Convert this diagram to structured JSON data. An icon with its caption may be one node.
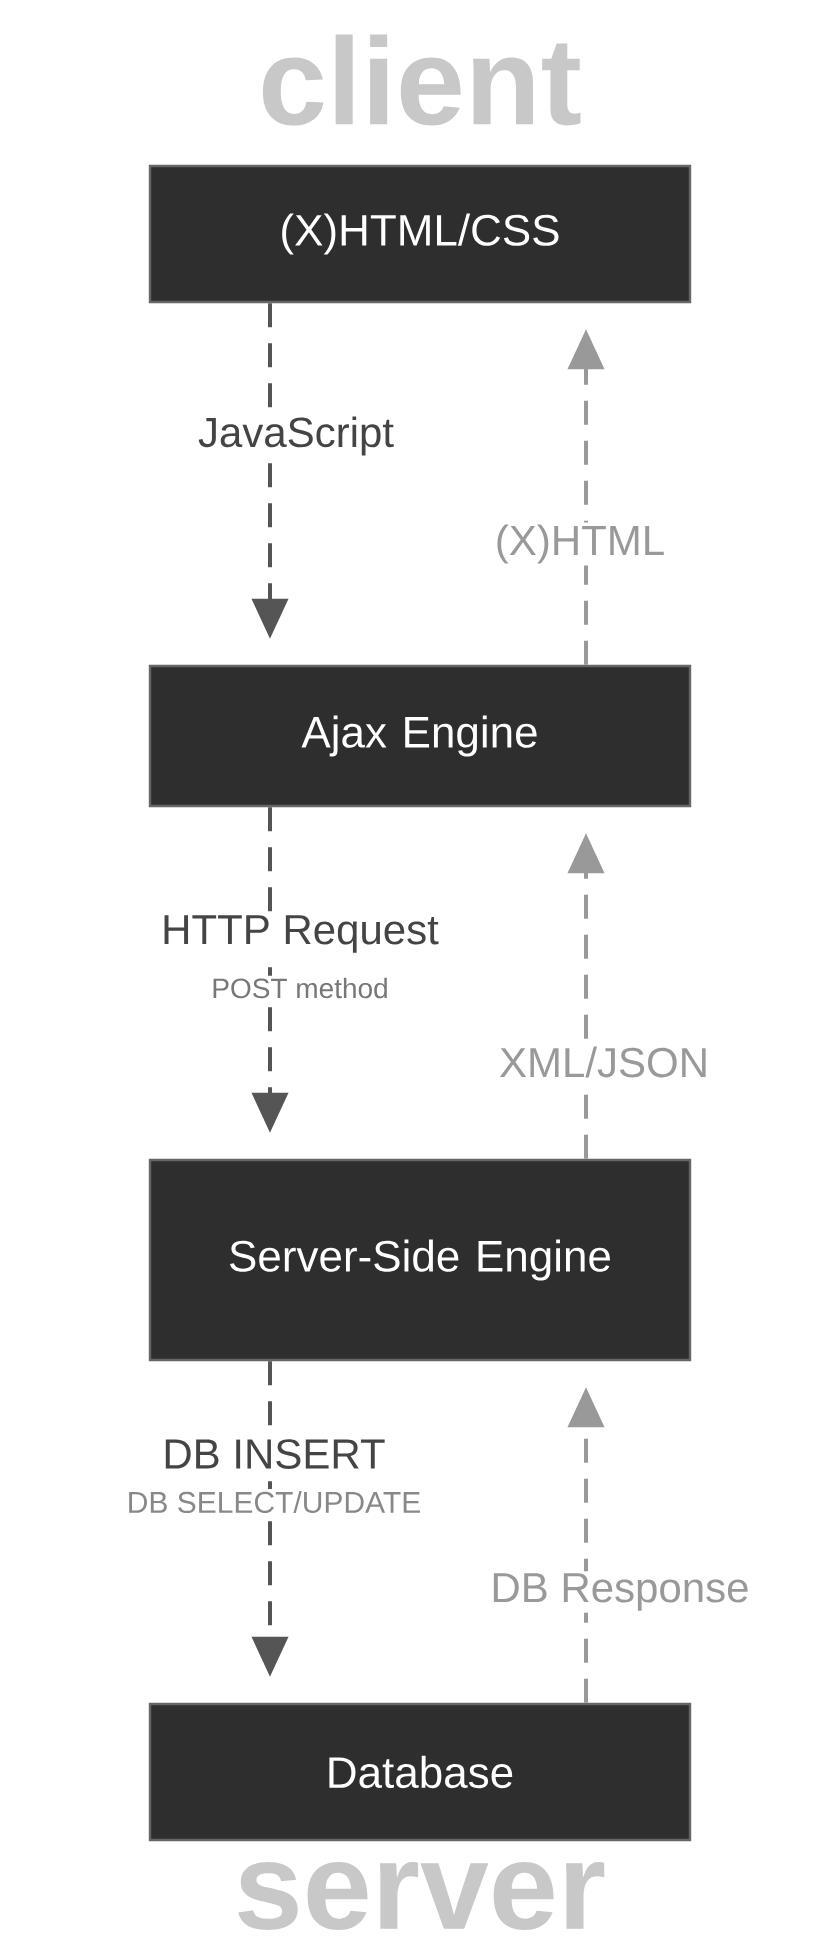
{
  "diagram": {
    "nodes": [
      {
        "text": [
          "(X)HTML/CSS"
        ]
      },
      {
        "text": [
          "Ajax Engine"
        ]
      },
      {
        "text": [
          "Server-Side Engine"
        ]
      },
      {
        "text": [
          "Database"
        ]
      }
    ],
    "edges": [
      {
        "from": 0,
        "to": 1,
        "arrow": "to",
        "label": "JavaScript",
        "style": "dashed"
      },
      {
        "from": 1,
        "to": 0,
        "arrow": "to",
        "label": "(X)HTML",
        "style": "dashed",
        "color": "#999999"
      },
      {
        "from": 1,
        "to": 2,
        "arrow": "to",
        "label": "HTTP Request",
        "style": "dashed"
      },
      {
        "from": 2,
        "to": 1,
        "arrow": "to",
        "label": "XML/JSON",
        "style": "dashed",
        "color": "#999999"
      },
      {
        "from": 2,
        "to": 3,
        "arrow": "to",
        "label": "DB INSERT",
        "style": "dashed"
      },
      {
        "from": 3,
        "to": 2,
        "arrow": "to",
        "label": "DB Response",
        "style": "dashed",
        "color": "#999999"
      }
    ],
    "labels": [
      "client",
      "POST method",
      "DB SELECT/UPDATE",
      "server"
    ]
  }
}
